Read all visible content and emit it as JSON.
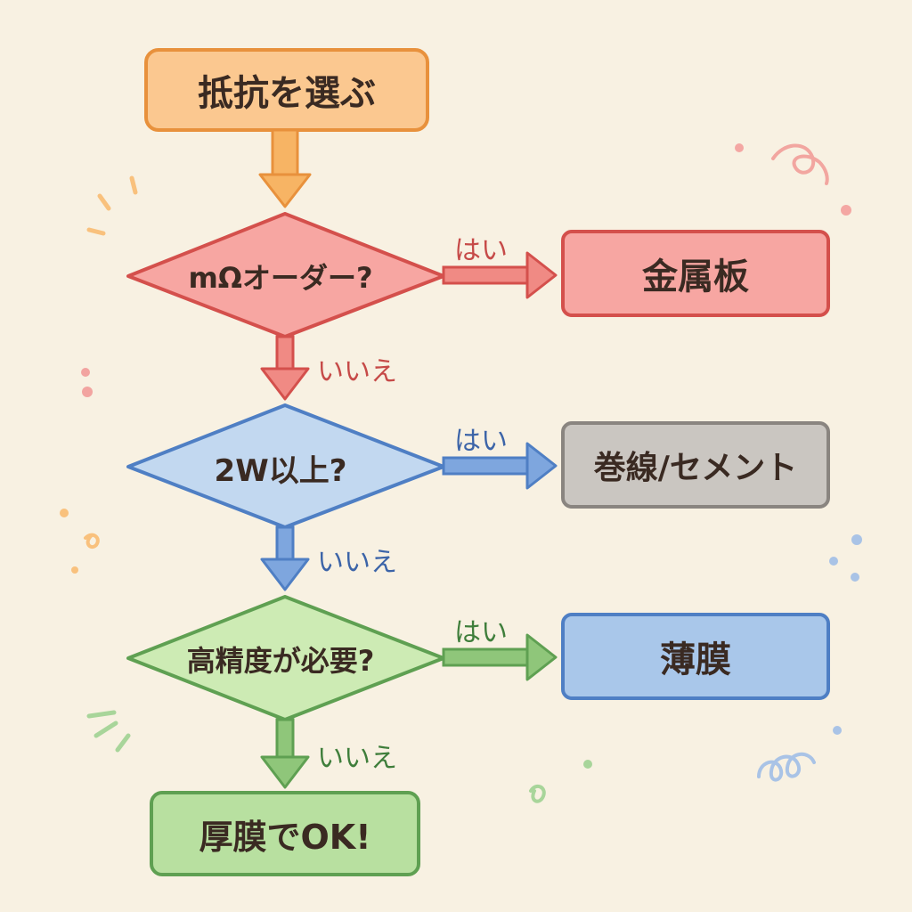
{
  "flowchart": {
    "start": "抵抗を選ぶ",
    "q1": {
      "question": "mΩオーダー?",
      "yes_label": "はい",
      "no_label": "いいえ",
      "yes_result": "金属板"
    },
    "q2": {
      "question": "2W以上?",
      "yes_label": "はい",
      "no_label": "いいえ",
      "yes_result": "巻線/セメント"
    },
    "q3": {
      "question": "高精度が必要?",
      "yes_label": "はい",
      "no_label": "いいえ",
      "yes_result": "薄膜"
    },
    "end": "厚膜でOK!"
  },
  "colors": {
    "background": "#f8f1e2",
    "start_fill": "#fbc890",
    "start_stroke": "#e8913c",
    "red_fill": "#f7a6a2",
    "red_stroke": "#d4504c",
    "gray_fill": "#cac6c1",
    "gray_stroke": "#8a8580",
    "blue_fill": "#c2d8f0",
    "blue_stroke": "#4f7fc4",
    "blue_box_fill": "#a9c7ea",
    "green_fill": "#cdebb4",
    "green_stroke": "#5fa052",
    "green_box_fill": "#b8e0a0",
    "text": "#3a2a22"
  }
}
